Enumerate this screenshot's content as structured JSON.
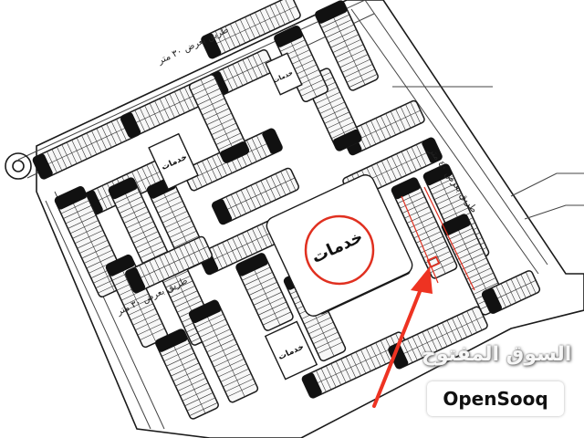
{
  "map": {
    "service_label": "خدمات",
    "road_labels": {
      "north": "طريق بعرض ٣٠ متر",
      "east": "طريق بعرض ٤٠ متر",
      "west": "طريق بعرض ٣٠ متر"
    },
    "highlight_color": "#e03020",
    "arrow_color": "#ee3322"
  },
  "watermark": {
    "arabic": "السوق المفتوح",
    "brand": "OpenSooq"
  }
}
